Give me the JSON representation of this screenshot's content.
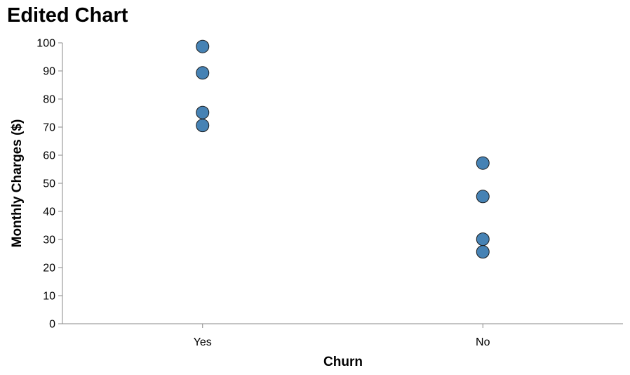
{
  "chart_data": {
    "type": "scatter",
    "title": "Edited Chart",
    "xlabel": "Churn",
    "ylabel": "Monthly Charges ($)",
    "categories": [
      "Yes",
      "No"
    ],
    "ylim": [
      0,
      100
    ],
    "yticks": [
      0,
      10,
      20,
      30,
      40,
      50,
      60,
      70,
      80,
      90,
      100
    ],
    "grid": false,
    "points": [
      {
        "x": "Yes",
        "y": 98.7
      },
      {
        "x": "Yes",
        "y": 89.3
      },
      {
        "x": "Yes",
        "y": 75.2
      },
      {
        "x": "Yes",
        "y": 70.6
      },
      {
        "x": "No",
        "y": 57.2
      },
      {
        "x": "No",
        "y": 45.3
      },
      {
        "x": "No",
        "y": 30.1
      },
      {
        "x": "No",
        "y": 25.6
      }
    ],
    "colors": {
      "point_fill": "#4682b4",
      "point_stroke": "#1a1a1a",
      "axis": "#888888"
    }
  }
}
